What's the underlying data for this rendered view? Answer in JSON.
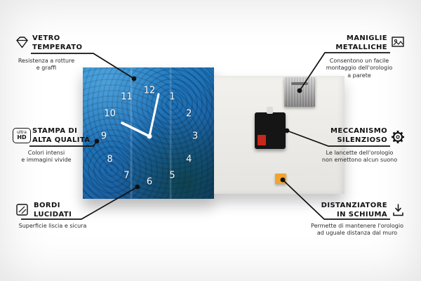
{
  "features": {
    "vetro": {
      "title": "VETRO\nTEMPERATO",
      "subtitle": "Resistenza a rotture\ne graffi"
    },
    "stampa": {
      "title": "STAMPA DI\nALTA QUALITÀ",
      "subtitle": "Colori intensi\ne immagini vivide",
      "badge_top": "ultra",
      "badge_bottom": "HD"
    },
    "bordi": {
      "title": "BORDI\nLUCIDATI",
      "subtitle": "Superficie liscia e sicura"
    },
    "maniglie": {
      "title": "MANIGLIE\nMETALLICHE",
      "subtitle": "Consentono un facile\nmontaggio dell'orologio\na parete"
    },
    "meccanismo": {
      "title": "MECCANISMO\nSILENZIOSO",
      "subtitle": "Le lancette dell'orologio\nnon emettono alcun suono"
    },
    "distanziatore": {
      "title": "DISTANZIATORE\nIN SCHIUMA",
      "subtitle": "Permette di mantenere l'orologio\nad uguale distanza dal muro"
    }
  },
  "clock": {
    "numbers": [
      "1",
      "2",
      "3",
      "4",
      "5",
      "6",
      "7",
      "8",
      "9",
      "10",
      "11",
      "12"
    ]
  },
  "colors": {
    "leader_line": "#111111",
    "face_blue": "#1f76ba",
    "spacer_orange": "#f0a432",
    "battery_red": "#c8271b"
  }
}
